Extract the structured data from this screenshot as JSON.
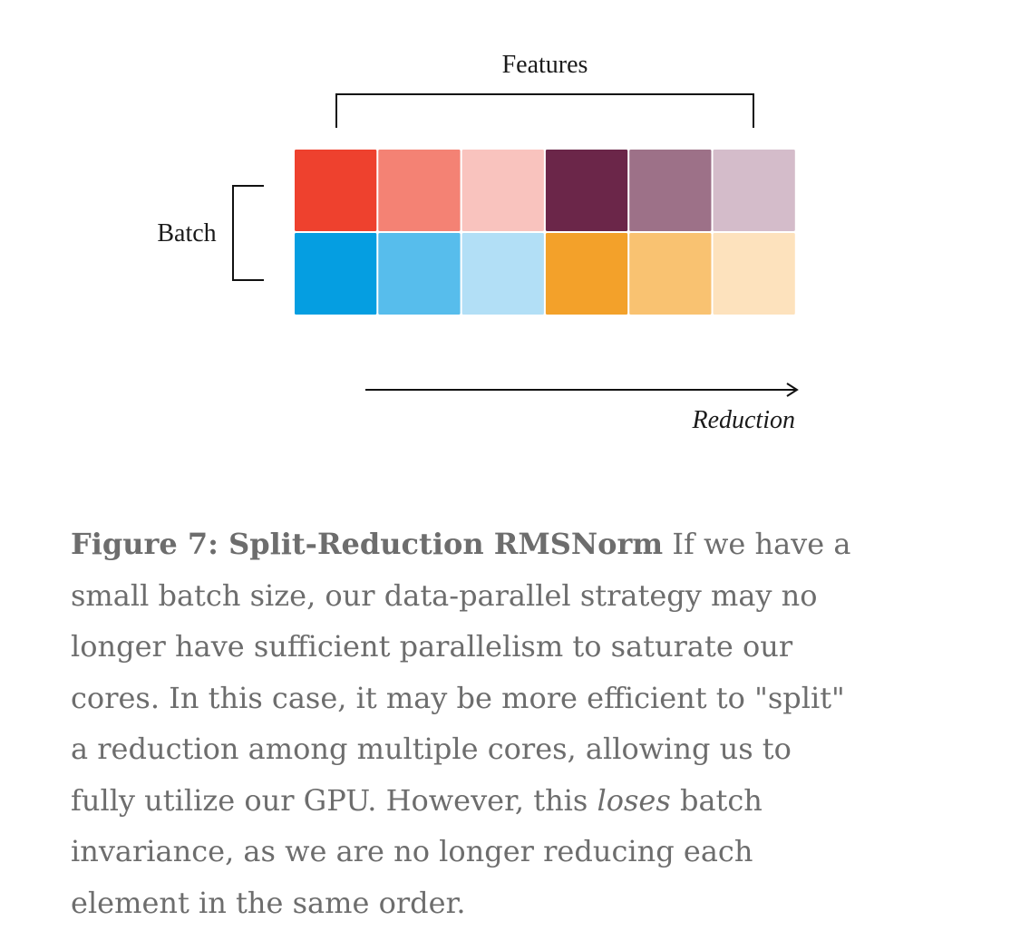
{
  "diagram": {
    "features_label": "Features",
    "batch_label": "Batch",
    "reduction_label": "Reduction",
    "grid": {
      "rows": [
        {
          "name": "row-1",
          "colors": [
            "#ee412e",
            "#f48274",
            "#f9c3be",
            "#6b2649",
            "#9d7188",
            "#d4bcca"
          ]
        },
        {
          "name": "row-2",
          "colors": [
            "#059ee1",
            "#57bdec",
            "#b2dff6",
            "#f3a12a",
            "#f9c271",
            "#fde2bd"
          ]
        }
      ]
    },
    "line_color": "#111111"
  },
  "caption": {
    "title": "Figure 7: Split-Reduction RMSNorm",
    "lines": [
      {
        "segments": [
          {
            "bold": true,
            "text": "Figure 7: Split-Reduction RMSNorm"
          },
          {
            "text": " If we have a"
          }
        ]
      },
      {
        "segments": [
          {
            "text": "small batch size, our data-parallel strategy may no"
          }
        ]
      },
      {
        "segments": [
          {
            "text": "longer have sufficient parallelism to saturate our"
          }
        ]
      },
      {
        "segments": [
          {
            "text": "cores. In this case, it may be more efficient to \"split\""
          }
        ]
      },
      {
        "segments": [
          {
            "text": "a reduction among multiple cores, allowing us to"
          }
        ]
      },
      {
        "segments": [
          {
            "text": "fully utilize our GPU. However, this "
          },
          {
            "italic": true,
            "text": "loses"
          },
          {
            "text": " batch"
          }
        ]
      },
      {
        "segments": [
          {
            "text": "invariance, as we are no longer reducing each"
          }
        ]
      },
      {
        "segments": [
          {
            "text": "element in the same order."
          }
        ]
      }
    ]
  }
}
